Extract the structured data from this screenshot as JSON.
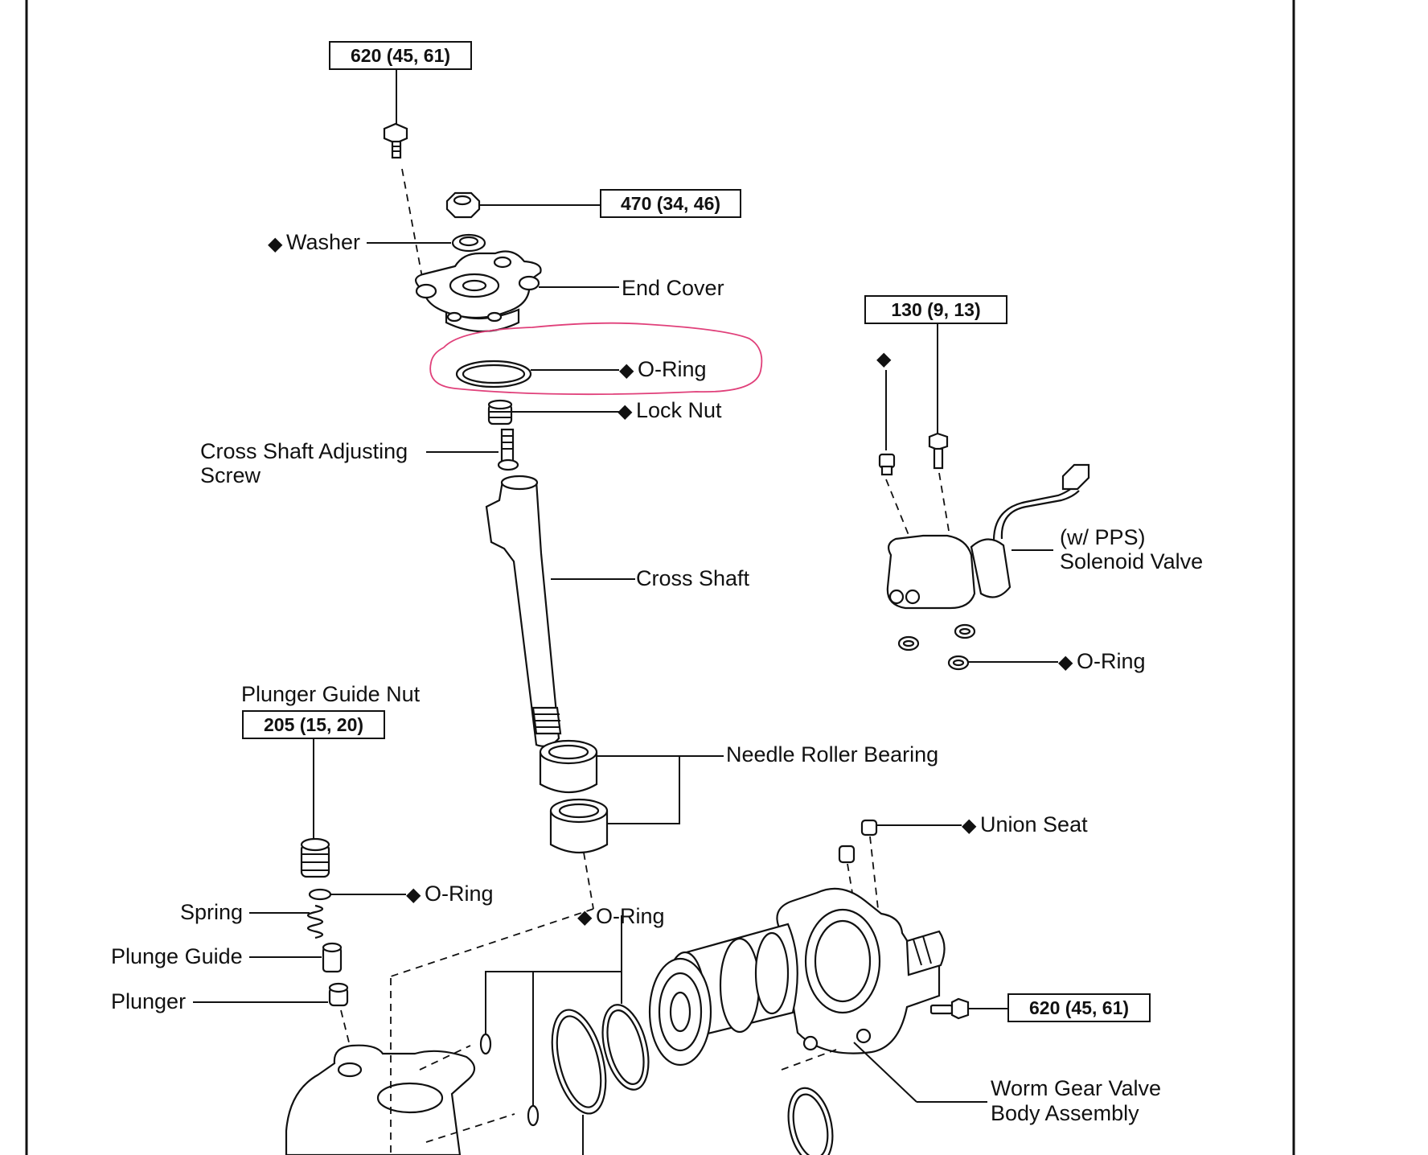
{
  "torque_specs": {
    "end_cover_bolt": "620 (45, 61)",
    "end_cover_nut": "470 (34, 46)",
    "solenoid_bolt": "130 (9, 13)",
    "plunger_guide_nut": "205 (15, 20)",
    "valve_body_bolt": "620 (45, 61)"
  },
  "labels": {
    "washer": "Washer",
    "end_cover": "End Cover",
    "o_ring_highlighted": "O-Ring",
    "lock_nut": "Lock Nut",
    "cross_shaft_adjusting_screw_line1": "Cross Shaft Adjusting",
    "cross_shaft_adjusting_screw_line2": "Screw",
    "cross_shaft": "Cross Shaft",
    "pps_line1": "(w/ PPS)",
    "pps_line2": "Solenoid Valve",
    "o_ring_solenoid": "O-Ring",
    "plunger_guide_nut": "Plunger Guide Nut",
    "needle_roller_bearing": "Needle Roller Bearing",
    "union_seat": "Union Seat",
    "o_ring_plunger": "O-Ring",
    "spring": "Spring",
    "o_ring_housing": "O-Ring",
    "plunge_guide": "Plunge Guide",
    "plunger": "Plunger",
    "worm_gear_line1": "Worm Gear Valve",
    "worm_gear_line2": "Body Assembly"
  },
  "symbols": {
    "new_part_marker": "◆"
  },
  "colors": {
    "highlight": "#e0407a",
    "ink": "#111111"
  }
}
